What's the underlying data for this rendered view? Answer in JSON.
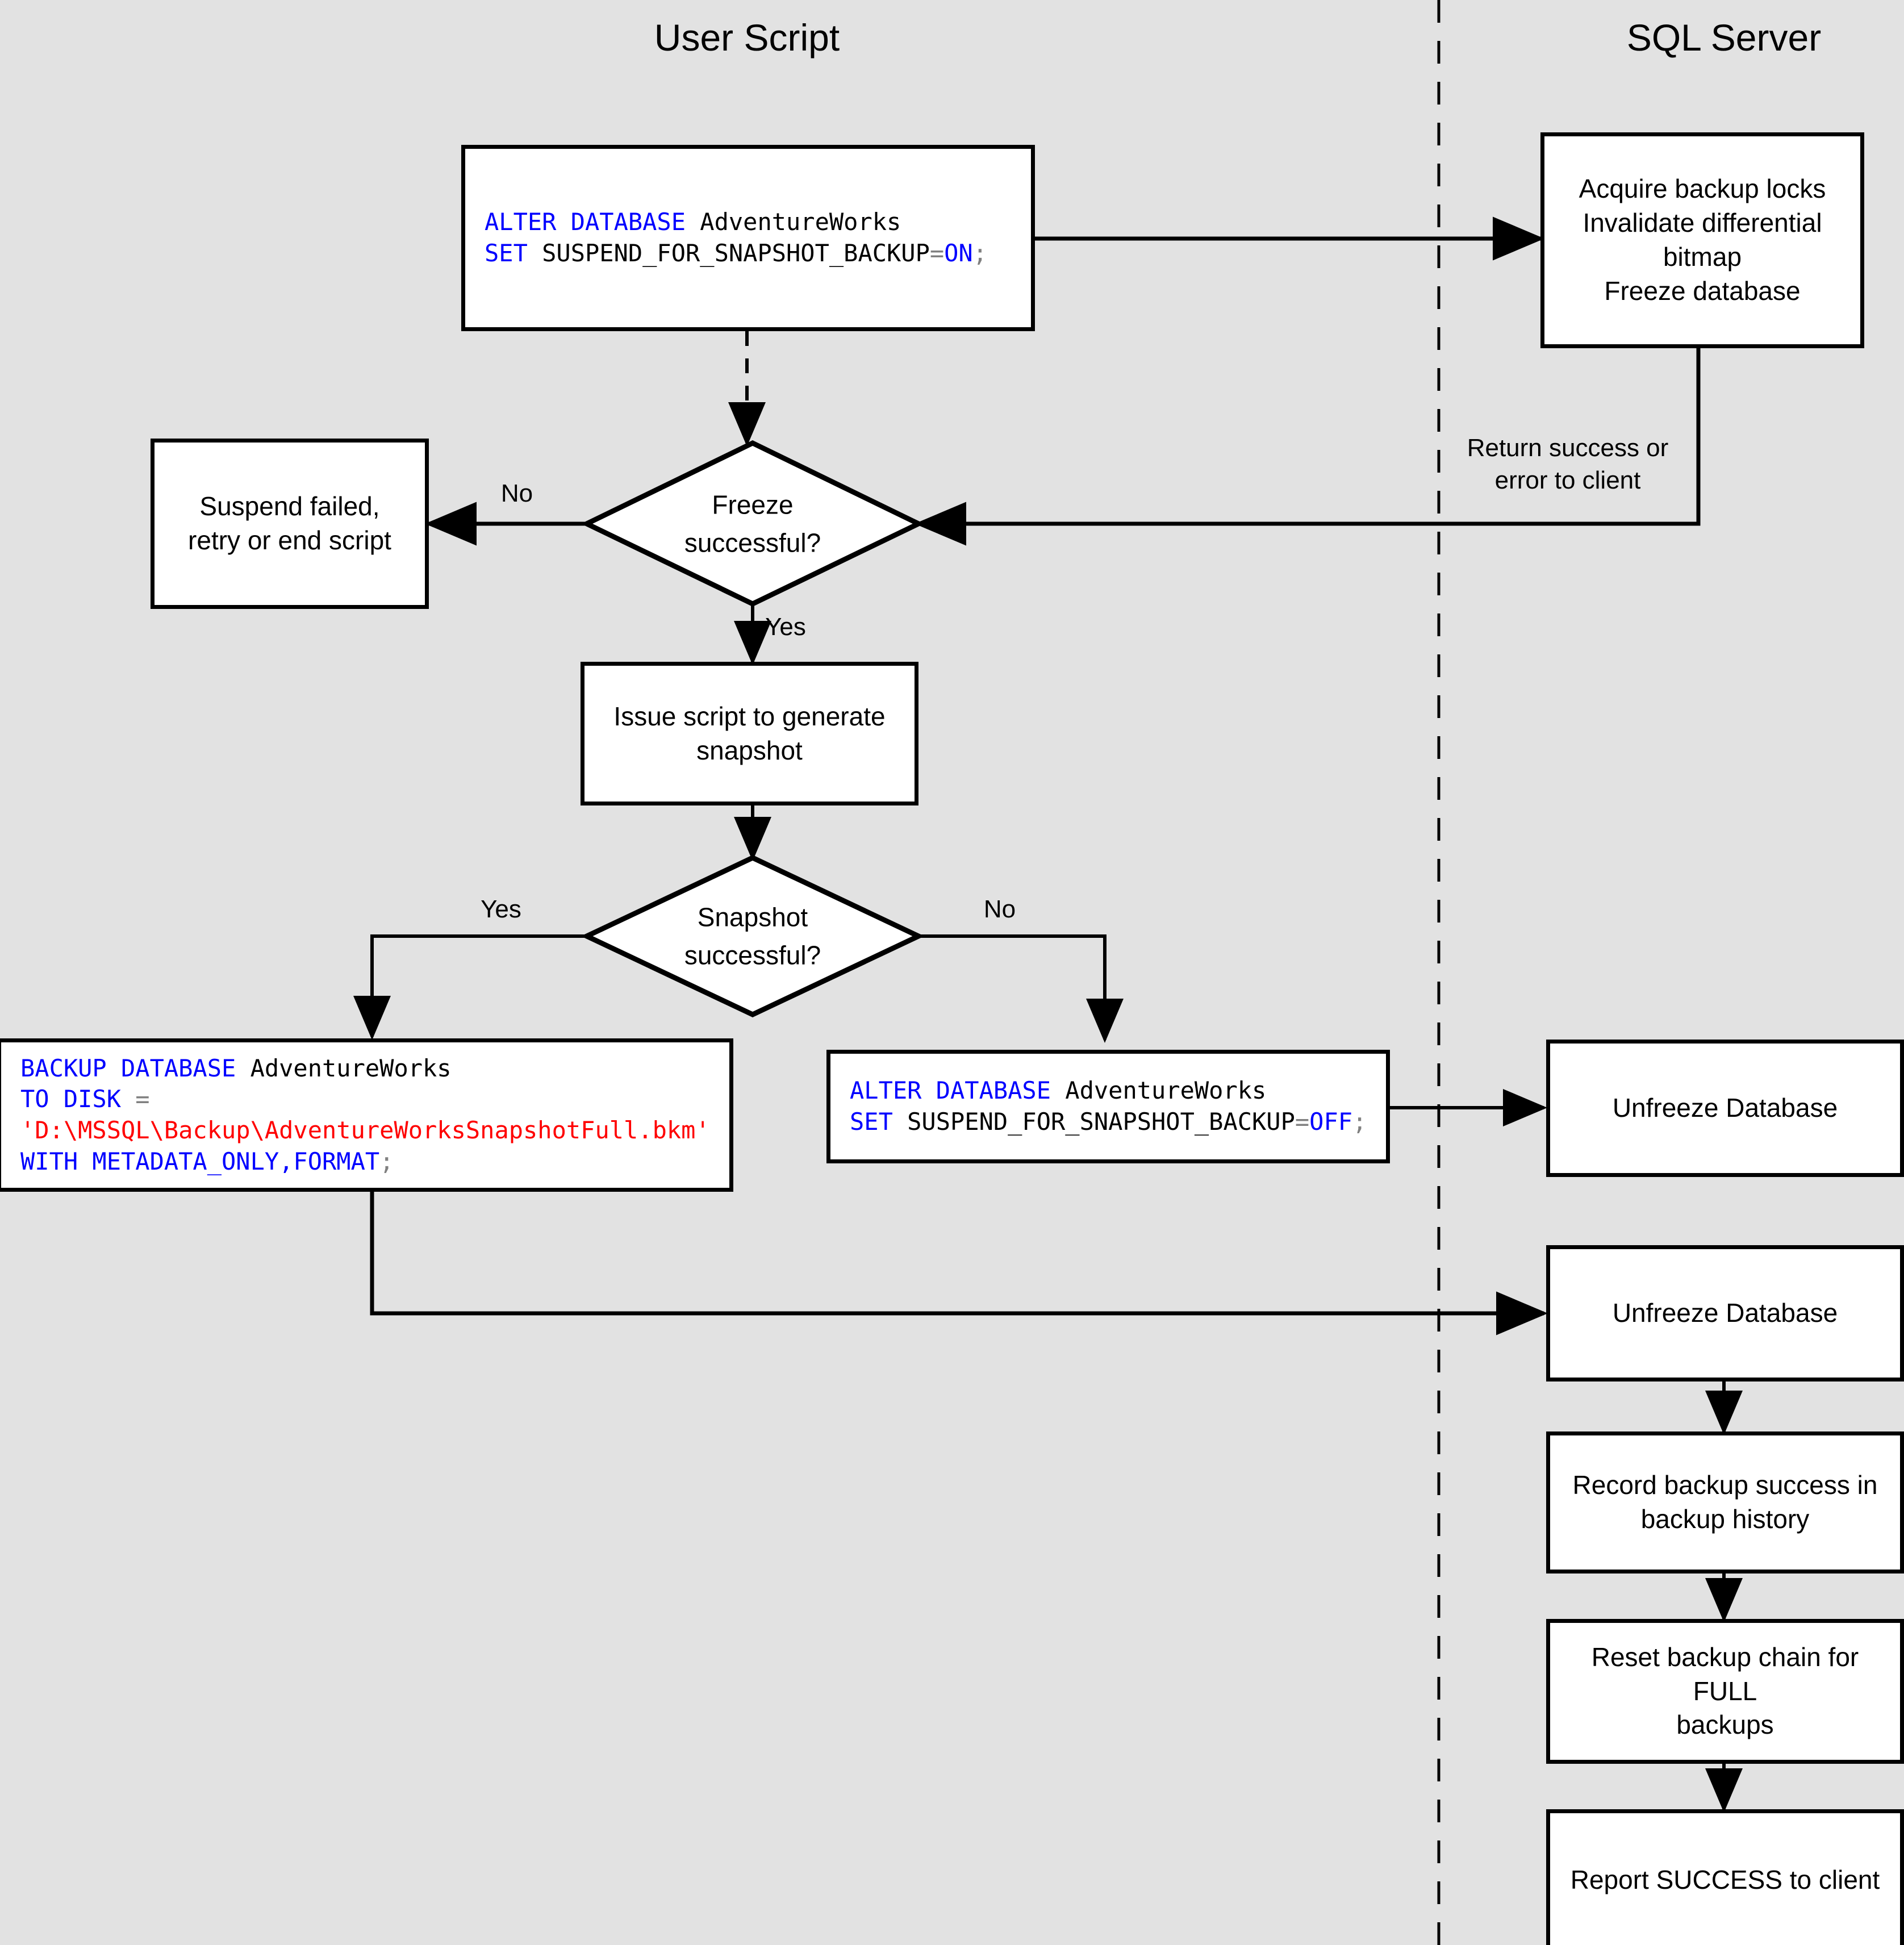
{
  "lanes": [
    {
      "title": "User Script"
    },
    {
      "title": "SQL Server"
    }
  ],
  "divider": {
    "style": "dashed-vertical"
  },
  "nodes": {
    "alter_on": {
      "type": "code",
      "lines": [
        [
          {
            "t": "ALTER DATABASE ",
            "c": "kw"
          },
          {
            "t": "AdventureWorks",
            "c": "plain"
          }
        ],
        [
          {
            "t": "SET",
            "c": "kw"
          },
          {
            "t": " SUSPEND_FOR_SNAPSHOT_BACKUP",
            "c": "plain"
          },
          {
            "t": "=",
            "c": "op"
          },
          {
            "t": "ON",
            "c": "kw"
          },
          {
            "t": ";",
            "c": "op"
          }
        ]
      ],
      "plain_text": "ALTER DATABASE AdventureWorks\nSET SUSPEND_FOR_SNAPSHOT_BACKUP=ON;"
    },
    "acquire_locks": {
      "type": "process",
      "label": "Acquire backup locks\nInvalidate differential\nbitmap\nFreeze database"
    },
    "freeze_decision": {
      "type": "decision",
      "label": "Freeze\nsuccessful?"
    },
    "suspend_failed": {
      "type": "process",
      "label": "Suspend failed,\nretry or end script"
    },
    "issue_script": {
      "type": "process",
      "label": "Issue script to generate\nsnapshot"
    },
    "snapshot_decision": {
      "type": "decision",
      "label": "Snapshot\nsuccessful?"
    },
    "backup_database": {
      "type": "code",
      "lines": [
        [
          {
            "t": "BACKUP DATABASE ",
            "c": "kw"
          },
          {
            "t": "AdventureWorks",
            "c": "plain"
          }
        ],
        [
          {
            "t": "TO DISK ",
            "c": "kw"
          },
          {
            "t": "=",
            "c": "op"
          }
        ],
        [
          {
            "t": "'D:\\MSSQL\\Backup\\AdventureWorksSnapshotFull.bkm'",
            "c": "str"
          }
        ],
        [
          {
            "t": "WITH METADATA_ONLY,FORMAT",
            "c": "kw"
          },
          {
            "t": ";",
            "c": "op"
          }
        ]
      ],
      "plain_text": "BACKUP DATABASE AdventureWorks\nTO DISK =\n'D:\\MSSQL\\Backup\\AdventureWorksSnapshotFull.bkm'\nWITH METADATA_ONLY,FORMAT;"
    },
    "alter_off": {
      "type": "code",
      "lines": [
        [
          {
            "t": "ALTER DATABASE ",
            "c": "kw"
          },
          {
            "t": "AdventureWorks",
            "c": "plain"
          }
        ],
        [
          {
            "t": "SET",
            "c": "kw"
          },
          {
            "t": " SUSPEND_FOR_SNAPSHOT_BACKUP",
            "c": "plain"
          },
          {
            "t": "=",
            "c": "op"
          },
          {
            "t": "OFF",
            "c": "kw"
          },
          {
            "t": ";",
            "c": "op"
          }
        ]
      ],
      "plain_text": "ALTER DATABASE AdventureWorks\nSET SUSPEND_FOR_SNAPSHOT_BACKUP=OFF;"
    },
    "unfreeze_1": {
      "type": "process",
      "label": "Unfreeze Database"
    },
    "unfreeze_2": {
      "type": "process",
      "label": "Unfreeze Database"
    },
    "record_history": {
      "type": "process",
      "label": "Record backup success in\nbackup history"
    },
    "reset_chain": {
      "type": "process",
      "label": "Reset backup chain for FULL\nbackups"
    },
    "report_success": {
      "type": "process",
      "label": "Report SUCCESS to client"
    }
  },
  "edge_labels": {
    "return_client": "Return success or\nerror to client",
    "freeze_no": "No",
    "freeze_yes": "Yes",
    "snapshot_yes": "Yes",
    "snapshot_no": "No"
  },
  "colors": {
    "background": "#e2e2e2",
    "node_fill": "#ffffff",
    "stroke": "#000000",
    "keyword": "#0000ff",
    "string": "#ff0000",
    "operator": "#808080"
  }
}
